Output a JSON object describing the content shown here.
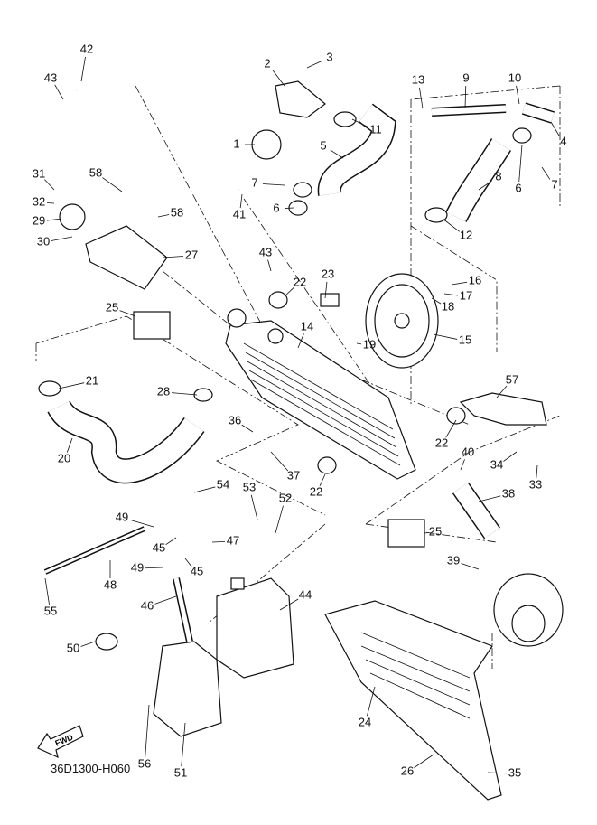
{
  "diagram": {
    "code": "36D1300-H060",
    "fwd_label": "FWD",
    "callouts": [
      "42",
      "43",
      "2",
      "3",
      "13",
      "9",
      "10",
      "11",
      "4",
      "1",
      "5",
      "7",
      "6",
      "6",
      "7",
      "8",
      "31",
      "58",
      "32",
      "41",
      "29",
      "58",
      "30",
      "27",
      "12",
      "43",
      "23",
      "22",
      "16",
      "17",
      "18",
      "25",
      "14",
      "19",
      "15",
      "57",
      "21",
      "28",
      "36",
      "22",
      "20",
      "40",
      "34",
      "33",
      "37",
      "22",
      "38",
      "54",
      "53",
      "52",
      "49",
      "25",
      "47",
      "45",
      "45",
      "48",
      "49",
      "39",
      "55",
      "44",
      "46",
      "50",
      "24",
      "56",
      "51",
      "26",
      "35"
    ]
  }
}
